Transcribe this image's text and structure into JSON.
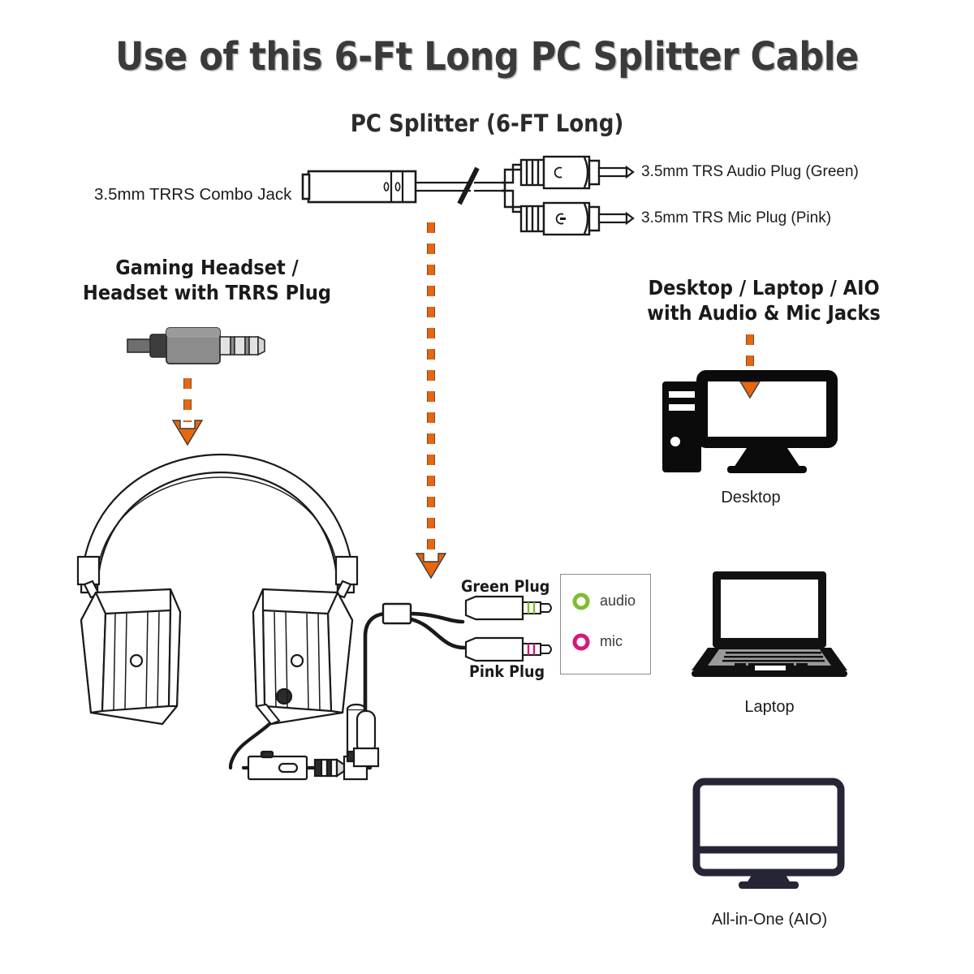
{
  "title": "Use of this 6-Ft Long PC Splitter Cable",
  "splitter_section": {
    "heading": "PC Splitter (6-FT Long)",
    "combo_jack_label": "3.5mm TRRS Combo Jack",
    "audio_plug_label": "3.5mm TRS Audio Plug (Green)",
    "mic_plug_label": "3.5mm TRS Mic Plug (Pink)"
  },
  "headset_section": {
    "heading_line1": "Gaming Headset /",
    "heading_line2": "Headset with TRRS Plug"
  },
  "computer_section": {
    "heading_line1": "Desktop / Laptop / AIO",
    "heading_line2": "with Audio & Mic Jacks",
    "devices": [
      {
        "caption": "Desktop"
      },
      {
        "caption": "Laptop"
      },
      {
        "caption": "All-in-One (AIO)"
      }
    ]
  },
  "connector_section": {
    "green_plug_label": "Green Plug",
    "pink_plug_label": "Pink Plug",
    "jack_panel": [
      {
        "name": "audio",
        "color": "#7dbe2e"
      },
      {
        "name": "mic",
        "color": "#d6187a"
      }
    ]
  },
  "colors": {
    "arrow_orange": "#e8660c",
    "arrow_outline": "#3a3a3a",
    "line_black": "#1a1a1a",
    "aio_navy": "#252536",
    "plug_gray": "#808080",
    "green": "#7dbe2e",
    "pink": "#d6187a"
  },
  "icons": {
    "arrow": "dashed-down-arrow-icon",
    "headphone_symbol": "headphone-symbol-icon",
    "mic_symbol": "microphone-symbol-icon"
  }
}
